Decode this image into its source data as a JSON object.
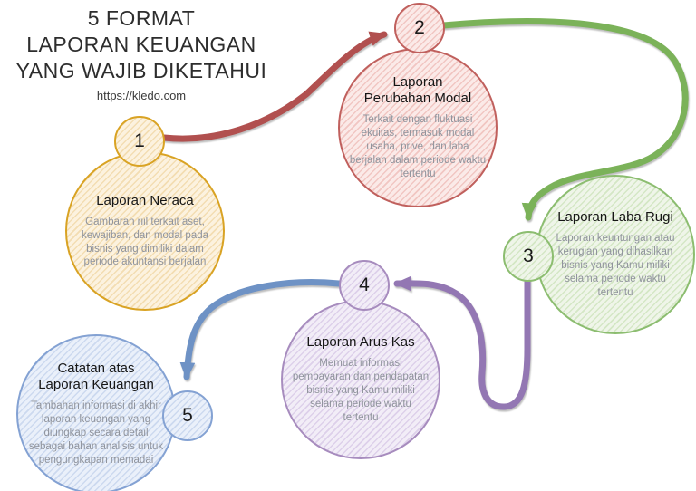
{
  "header": {
    "title_lines": [
      "5 FORMAT",
      "LAPORAN KEUANGAN",
      "YANG WAJIB DIKETAHUI"
    ],
    "url": "https://kledo.com"
  },
  "nodes": [
    {
      "number": "1",
      "title": "Laporan Neraca",
      "body": "Gambaran riil terkait aset, kewajiban, dan modal pada bisnis yang dimiliki dalam periode akuntansi berjalan",
      "accent": "#d9a324"
    },
    {
      "number": "2",
      "title": "Laporan Perubahan Modal",
      "body": "Terkait dengan fluktuasi ekuitas, termasuk modal usaha, prive, dan laba berjalan dalam periode waktu tertentu",
      "accent": "#c0605d"
    },
    {
      "number": "3",
      "title": "Laporan Laba Rugi",
      "body": "Laporan keuntungan atau kerugian yang dihasilkan bisnis yang Kamu miliki selama periode waktu tertentu",
      "accent": "#8cbd70"
    },
    {
      "number": "4",
      "title": "Laporan Arus Kas",
      "body": "Memuat informasi pembayaran dan pendapatan bisnis yang Kamu miliki selama periode waktu tertentu",
      "accent": "#a78cbe"
    },
    {
      "number": "5",
      "title": "Catatan atas Laporan Keuangan",
      "body": "Tambahan informasi di akhir laporan keuangan yang diungkap secara detail sebagai bahan analisis untuk pengungkapan memadai",
      "accent": "#84a2d3"
    }
  ],
  "connectors": [
    {
      "from": "1",
      "to": "2",
      "color": "#b1504f"
    },
    {
      "from": "2",
      "to": "3",
      "color": "#7bb259"
    },
    {
      "from": "3",
      "to": "4",
      "color": "#9377b3"
    },
    {
      "from": "4",
      "to": "5",
      "color": "#6e92c5"
    }
  ]
}
